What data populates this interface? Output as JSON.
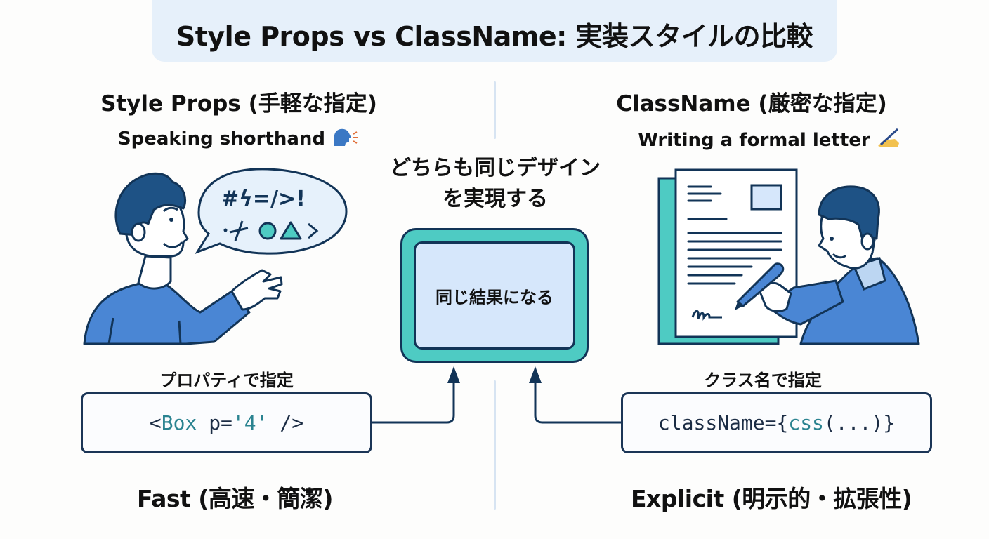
{
  "title": "Style Props vs ClassName: 実装スタイルの比較",
  "left": {
    "heading": "Style Props (手軽な指定)",
    "subheading": "Speaking shorthand",
    "subheading_icon": "🗣",
    "speech_bubble": {
      "line1": "#ϟ=/>!",
      "line2_symbols": [
        "·",
        "≠",
        "circle",
        "triangle",
        ">"
      ]
    },
    "label": "プロパティで指定",
    "code": {
      "prefix": "<",
      "tag": "Box",
      "rest": " p=",
      "value": "'4'",
      "suffix": " />"
    },
    "footer": "Fast (高速・簡潔)"
  },
  "center": {
    "heading_line1": "どちらも同じデザイン",
    "heading_line2": "を実現する",
    "result_box": "同じ結果になる"
  },
  "right": {
    "heading": "ClassName (厳密な指定)",
    "subheading": "Writing a formal letter",
    "subheading_icon": "✍",
    "label": "クラス名で指定",
    "code": {
      "prefix": "className={",
      "fn": "css",
      "rest": "(...)}"
    },
    "footer": "Explicit (明示的・拡張性)"
  },
  "colors": {
    "navy": "#123457",
    "teal": "#4ecbc3",
    "light_blue": "#d6e7fb",
    "shirt_blue": "#4a86d4",
    "hair_blue": "#1e5285",
    "banner_bg": "#e6f0fa",
    "code_highlight": "#2a8390"
  }
}
